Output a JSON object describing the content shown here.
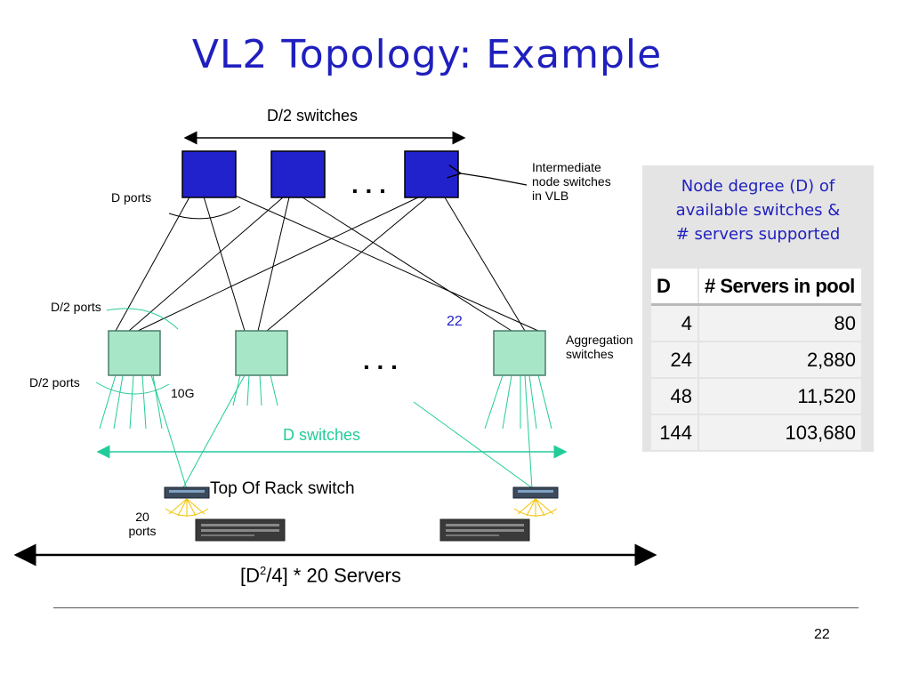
{
  "title": "VL2 Topology: Example",
  "diagram": {
    "intermediate_span_label": "D/2 switches",
    "intermediate_dots": ". . .",
    "intermediate_callout": [
      "Intermediate",
      "node switches",
      "in VLB"
    ],
    "d_ports_label": "D ports",
    "d2_ports_label_upper": "D/2 ports",
    "d2_ports_label_lower": "D/2  ports",
    "link_speed_label": "10G",
    "aggregation_dots": ". . .",
    "aggregation_label": [
      "Aggregation",
      "switches"
    ],
    "aggregation_count_label": "D switches",
    "port_number_label": "22",
    "tor_label": "Top Of Rack switch",
    "tor_ports_label": [
      "20",
      "ports"
    ],
    "servers_label_prefix": "[D",
    "servers_label_sup": "2",
    "servers_label_suffix": "/4] * 20 Servers",
    "colors": {
      "switch_blue": "#2222cc",
      "aggregation_green": "#a8e6c8",
      "teal_link": "#22cc99",
      "yellow_fanout": "#f2c200"
    }
  },
  "panel": {
    "caption": [
      "Node degree (D) of",
      "available switches &",
      "# servers supported"
    ],
    "table": {
      "headers": [
        "D",
        "# Servers in pool"
      ],
      "rows": [
        [
          "4",
          "80"
        ],
        [
          "24",
          "2,880"
        ],
        [
          "48",
          "11,520"
        ],
        [
          "144",
          "103,680"
        ]
      ]
    }
  },
  "page_number": "22"
}
